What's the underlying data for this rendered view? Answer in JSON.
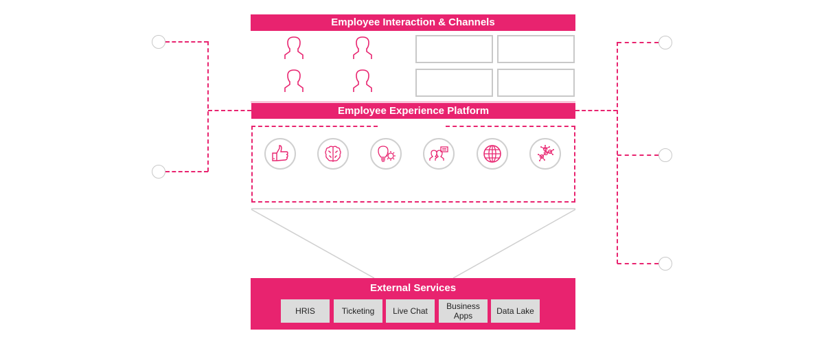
{
  "colors": {
    "accent": "#E8236F",
    "neutral_border": "#c8c8c8",
    "service_box": "#dcdcdc"
  },
  "interaction": {
    "title": "Employee Interaction & Channels",
    "people_icons": [
      "person-icon",
      "person-icon",
      "person-icon",
      "person-icon"
    ],
    "channel_boxes": [
      "",
      "",
      "",
      ""
    ]
  },
  "platform": {
    "title": "Employee Experience Platform",
    "capabilities": [
      {
        "icon": "thumbs-up-icon"
      },
      {
        "icon": "brain-icon"
      },
      {
        "icon": "lightbulb-gear-icon"
      },
      {
        "icon": "people-chat-icon"
      },
      {
        "icon": "globe-icon"
      },
      {
        "icon": "network-nodes-icon"
      }
    ]
  },
  "external": {
    "title": "External Services",
    "services": [
      "HRIS",
      "Ticketing",
      "Live Chat",
      "Business Apps",
      "Data Lake"
    ]
  },
  "connectors": {
    "left_nodes": 2,
    "right_nodes": 3
  }
}
